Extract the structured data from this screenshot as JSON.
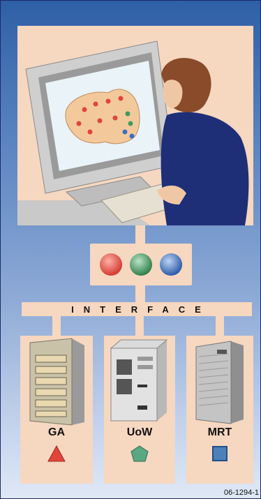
{
  "interface": {
    "label": "INTERFACE"
  },
  "servers": [
    {
      "label": "GA",
      "symbol": "triangle"
    },
    {
      "label": "UoW",
      "symbol": "pentagon"
    },
    {
      "label": "MRT",
      "symbol": "square"
    }
  ],
  "status_lights": [
    "red",
    "green",
    "blue"
  ],
  "figure_code": "06-1294-1",
  "colors": {
    "background_top": "#2f5fa6",
    "background_bottom": "#dfe8f6",
    "panel": "#f6d7c0",
    "light_red": "#e0453a",
    "light_green": "#3f9a5c",
    "light_blue": "#3b6fc0"
  }
}
